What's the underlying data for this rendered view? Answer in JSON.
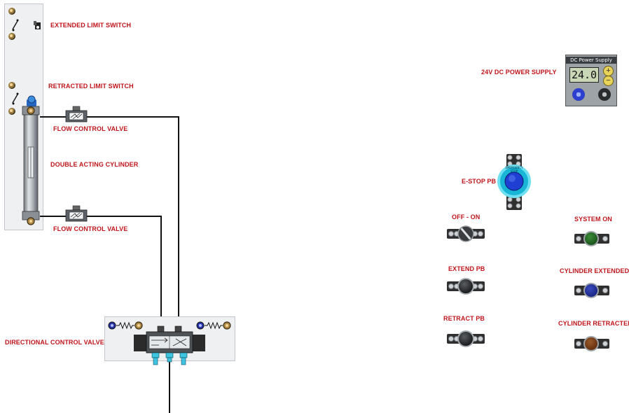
{
  "labels": {
    "extended_limit_switch": "EXTENDED LIMIT SWITCH",
    "retracted_limit_switch": "RETRACTED LIMIT SWITCH",
    "flow_control_valve_top": "FLOW CONTROL VALVE",
    "double_acting_cylinder": "DOUBLE ACTING CYLINDER",
    "flow_control_valve_bottom": "FLOW CONTROL VALVE",
    "directional_control_valve": "DIRECTIONAL CONTROL VALVE",
    "power_supply": "24V DC POWER SUPPLY",
    "estop": "E-STOP PB",
    "off_on": "OFF - ON",
    "extend_pb": "EXTEND PB",
    "retract_pb": "RETRACT PB",
    "system_on": "SYSTEM ON",
    "cylinder_extended": "CYLINDER EXTENDED",
    "cylinder_retracted": "CYLINDER RETRACTED"
  },
  "power_supply": {
    "title": "DC Power Supply",
    "voltage": "24.0",
    "plus": "+",
    "minus": "−"
  },
  "estop_ring_text": "EMERGENCY STOP",
  "colors": {
    "label_red": "#c0151b",
    "system_on_lamp": "#1f5a1f",
    "cylinder_extended_lamp": "#1d2a8a",
    "cylinder_retracted_lamp": "#6b3512",
    "estop_blue": "#1e3fd1",
    "display_green": "#c9d7b6"
  }
}
